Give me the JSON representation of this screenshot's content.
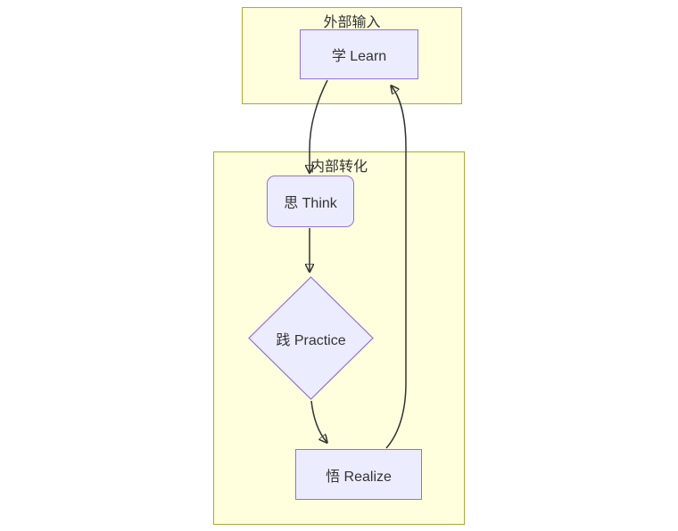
{
  "diagram": {
    "type": "flowchart",
    "direction": "top-down",
    "clusters": [
      {
        "id": "external-input",
        "label": "外部输入"
      },
      {
        "id": "internal-transform",
        "label": "内部转化"
      }
    ],
    "nodes": [
      {
        "id": "learn",
        "label": "学 Learn",
        "shape": "rectangle",
        "cluster": "external-input"
      },
      {
        "id": "think",
        "label": "思 Think",
        "shape": "rounded-rectangle",
        "cluster": "internal-transform"
      },
      {
        "id": "practice",
        "label": "践 Practice",
        "shape": "diamond",
        "cluster": "internal-transform"
      },
      {
        "id": "realize",
        "label": "悟 Realize",
        "shape": "rectangle",
        "cluster": "internal-transform"
      }
    ],
    "edges": [
      {
        "from": "learn",
        "to": "think"
      },
      {
        "from": "think",
        "to": "practice"
      },
      {
        "from": "practice",
        "to": "realize"
      },
      {
        "from": "realize",
        "to": "learn"
      }
    ],
    "colors": {
      "node_fill": "#ECECFF",
      "node_border": "#9370DB",
      "cluster_fill": "#FFFFDE",
      "cluster_border": "#AAAA33",
      "edge": "#333333",
      "text": "#333333",
      "background": "#FFFFFF"
    }
  }
}
